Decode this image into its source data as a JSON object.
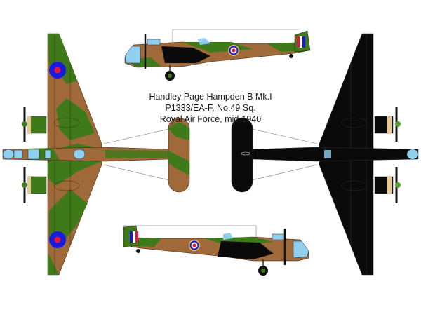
{
  "caption": {
    "line1": "Handley Page Hampden B Mk.I",
    "line2": "P1333/EA-F, No.49 Sq.",
    "line3": "Royal Air Force, mid-1940"
  },
  "views": [
    {
      "name": "top-view",
      "scheme": "camouflage"
    },
    {
      "name": "underside-view",
      "scheme": "black"
    },
    {
      "name": "side-profile-port",
      "scheme": "camouflage"
    },
    {
      "name": "side-profile-starboard",
      "scheme": "camouflage"
    }
  ],
  "markings": {
    "code_letters": "EA",
    "roundel_type_upper": "B",
    "roundel_type_fuselage": "A1"
  },
  "colors": {
    "dark_green": "#3f7a1a",
    "dark_earth": "#a0693a",
    "night_black": "#0a0a0a",
    "glazing": "#8fd0ee",
    "roundel_blue": "#1a1adf",
    "roundel_red": "#e0173a",
    "roundel_yellow": "#e6c24a",
    "roundel_white": "#ffffff",
    "spinner_green": "#5a9a2a",
    "cowl_sand": "#e8c98a"
  }
}
